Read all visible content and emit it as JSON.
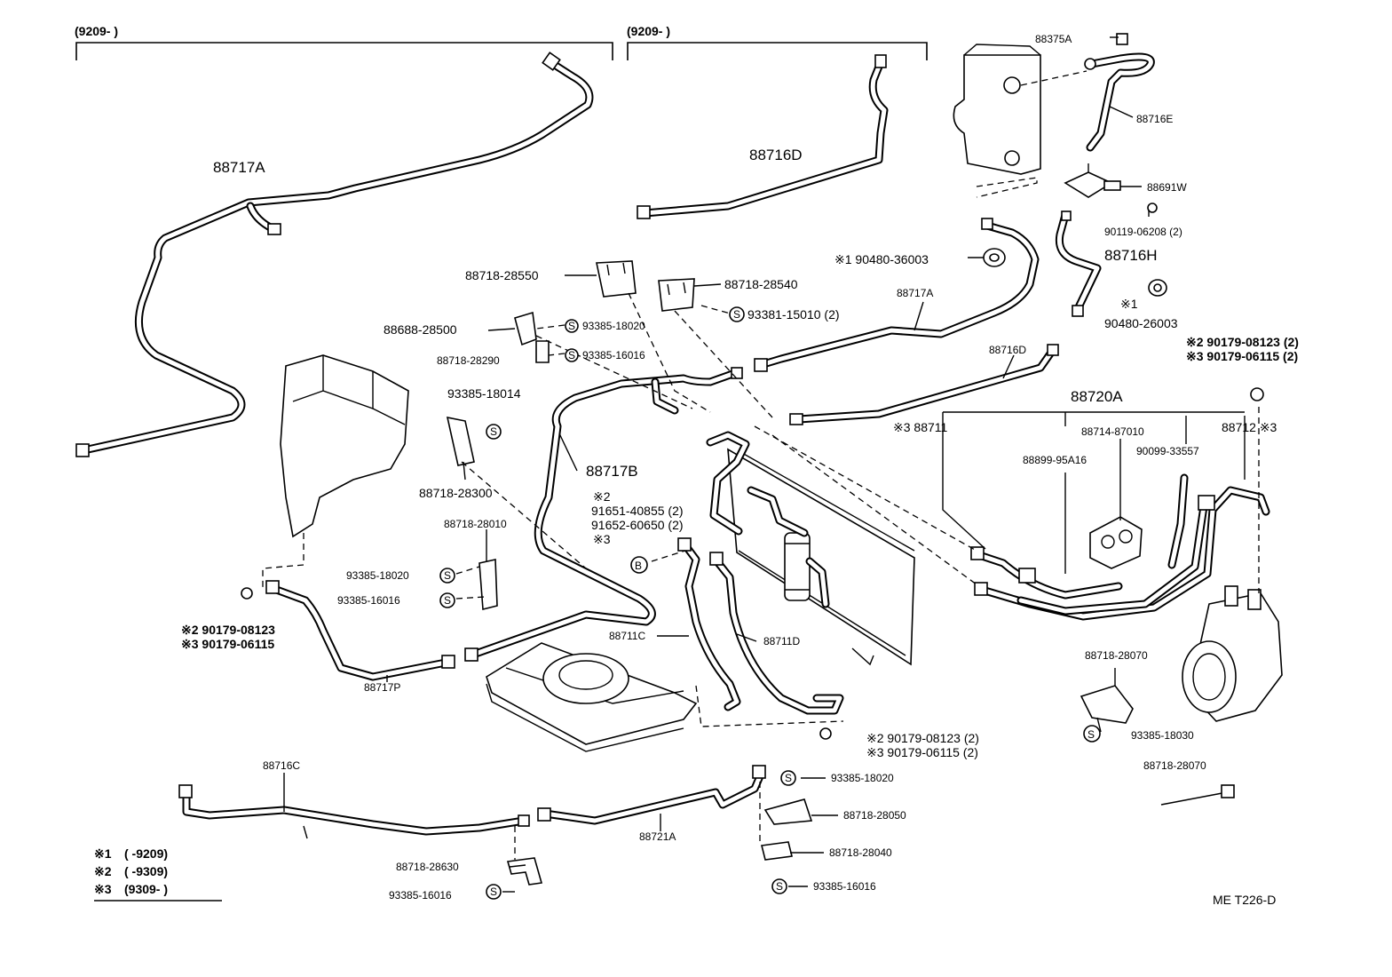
{
  "header": {
    "left_range": "(9209-        )",
    "right_range": "(9209-        )"
  },
  "labels": {
    "p88717A_top": "88717A",
    "p88716D_top": "88716D",
    "p88375A": "88375A",
    "p88716E": "88716E",
    "p88691W": "88691W",
    "p90119": "90119-06208 (2)",
    "p88716H": "88716H",
    "p90480_36003": "※1 90480-36003",
    "p90480_26003_mark": "※1",
    "p90480_26003": "90480-26003",
    "p88718_28550": "88718-28550",
    "p88718_28540": "88718-28540",
    "p93381": "93381-15010 (2)",
    "p88717A_mid": "88717A",
    "p88688": "88688-28500",
    "p93385_18020_a": "93385-18020",
    "p88718_28290": "88718-28290",
    "p93385_16016_a": "93385-16016",
    "p88716D_mid": "88716D",
    "p90179_08123_tr": "※2 90179-08123 (2)",
    "p90179_06115_tr": "※3 90179-06115 (2)",
    "p88720A": "88720A",
    "p93385_18014": "93385-18014",
    "p88711": "※3 88711",
    "p88714": "88714-87010",
    "p88712": "88712 ※3",
    "p88899": "88899-95A16",
    "p90099": "90099-33557",
    "p88717B": "88717B",
    "p88718_28300": "88718-28300",
    "p91651_mark": "※2",
    "p91651": "91651-40855 (2)",
    "p91652": "91652-60650 (2)",
    "p91652_mark": "※3",
    "p88718_28010": "88718-28010",
    "p93385_18020_b": "93385-18020",
    "p93385_16016_b": "93385-16016",
    "p90179_08123_l": "※2 90179-08123",
    "p90179_06115_l": "※3 90179-06115",
    "p88711C": "88711C",
    "p88711D": "88711D",
    "p88718_28070_a": "88718-28070",
    "p93385_18030": "93385-18030",
    "p88717P": "88717P",
    "p90179_08123_c": "※2 90179-08123 (2)",
    "p90179_06115_c": "※3 90179-06115 (2)",
    "p88718_28070_b": "88718-28070",
    "p88716C": "88716C",
    "p93385_18020_c": "93385-18020",
    "p88718_28050": "88718-28050",
    "p88721A": "88721A",
    "p88718_28040": "88718-28040",
    "p88718_28630": "88718-28630",
    "p93385_16016_c": "93385-16016",
    "p93385_16016_d": "93385-16016",
    "badge_s": "S",
    "badge_b": "B",
    "diagram_code": "ME  T226-D"
  },
  "legend": [
    {
      "mark": "※1",
      "range": "(        -9209)"
    },
    {
      "mark": "※2",
      "range": "(        -9309)"
    },
    {
      "mark": "※3",
      "range": "(9309-        )"
    }
  ]
}
